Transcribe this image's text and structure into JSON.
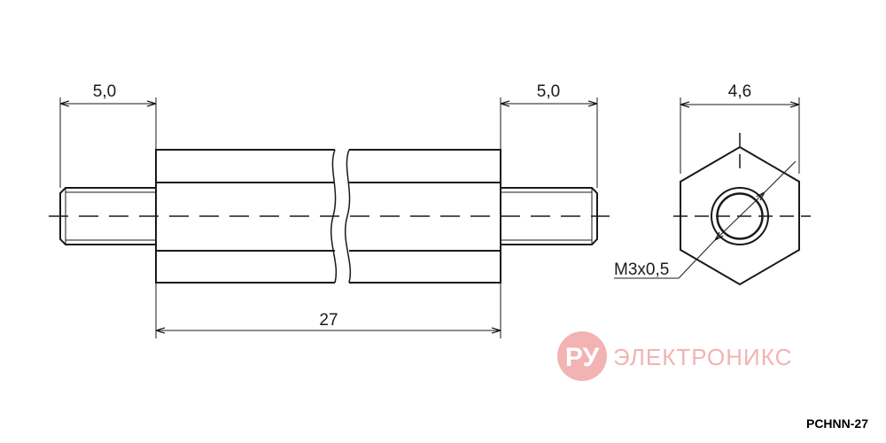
{
  "dimensions": {
    "left_thread_length": "5,0",
    "right_thread_length": "5,0",
    "body_length": "27",
    "hex_width": "4,6",
    "thread_spec": "M3x0,5"
  },
  "part_number": "PCHNN-27",
  "watermark": {
    "badge": "РУ",
    "text": "ЭЛЕКТРОНИКС",
    "color": "#f3b3b3"
  },
  "line_color": "#1a1a1a"
}
